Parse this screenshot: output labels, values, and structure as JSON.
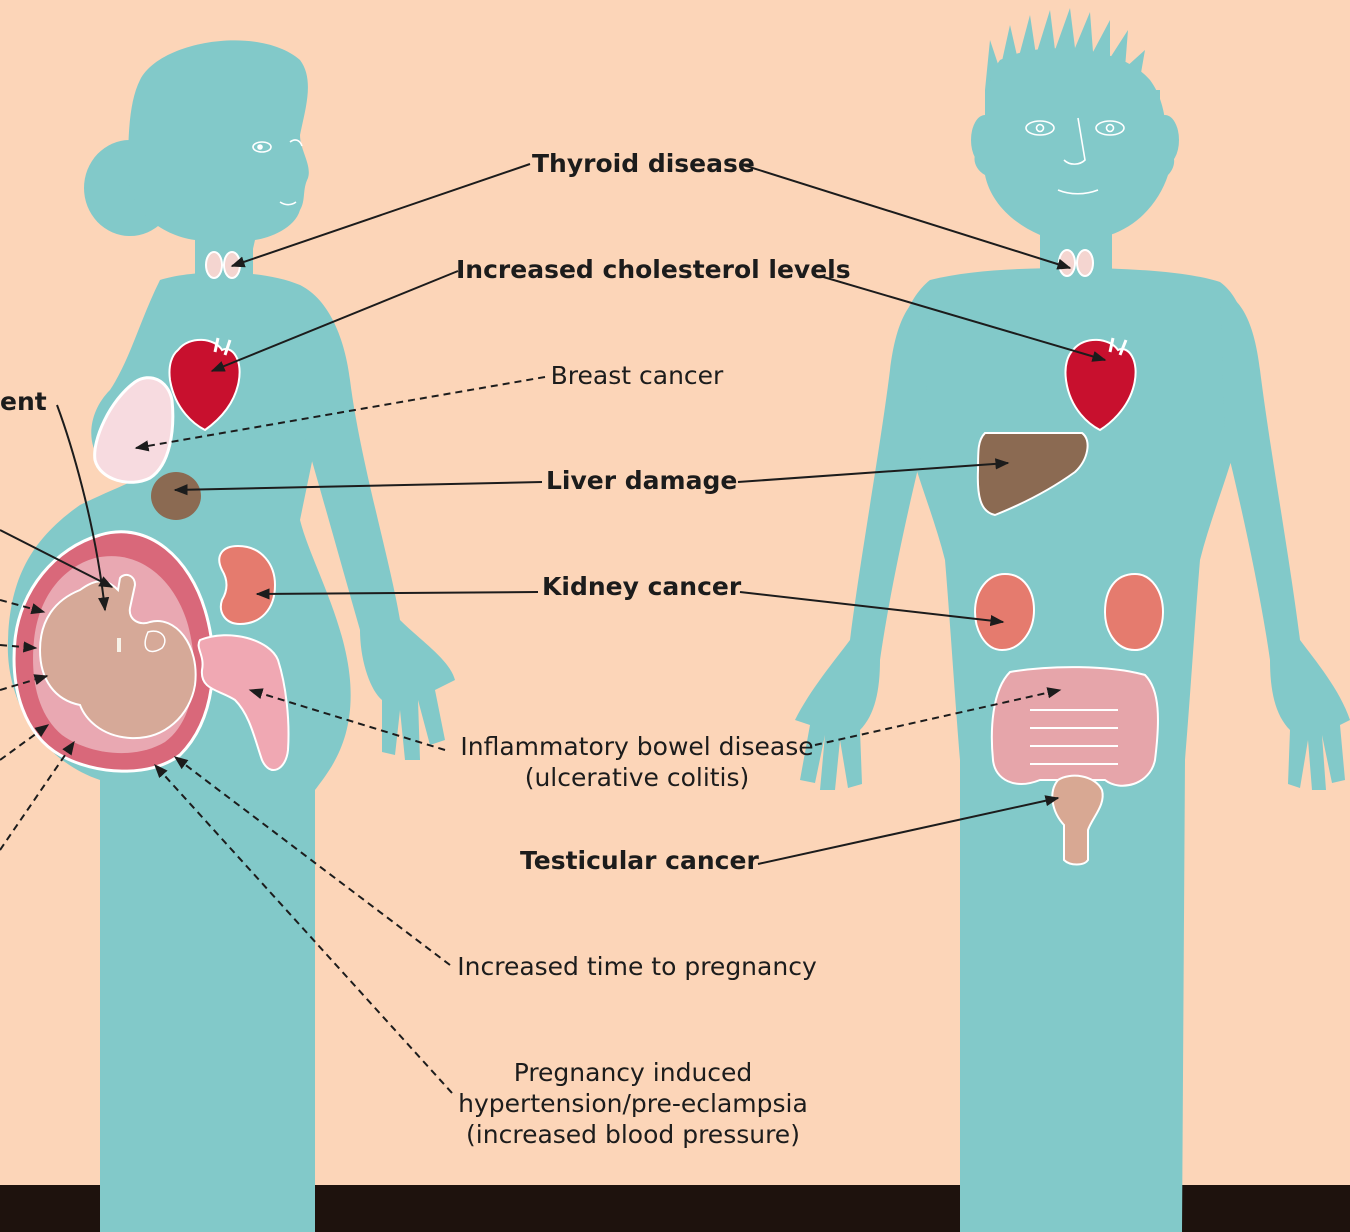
{
  "colors": {
    "background": "#fcd5b8",
    "body": "#82c9c9",
    "footer": "#1e120d",
    "heart": "#c8102e",
    "liver": "#8b6a52",
    "kidney": "#e57b6e",
    "breast": "#f7dbe0",
    "uterus": "#d9687a",
    "fetus": "#d6a998",
    "bowel": "#e6a5aa",
    "testis": "#d8a893"
  },
  "labels": {
    "thyroid": "Thyroid disease",
    "cholesterol": "Increased cholesterol levels",
    "breast": "Breast cancer",
    "liver": "Liver damage",
    "kidney": "Kidney cancer",
    "bowel": [
      "Inflammatory bowel disease",
      "(ulcerative colitis)"
    ],
    "testicular": "Testicular cancer",
    "pregnancy_time": "Increased time to pregnancy",
    "hypertension": [
      "Pregnancy induced",
      "hypertension/pre-eclampsia",
      "(increased blood pressure)"
    ],
    "cropped_left": "ent"
  }
}
